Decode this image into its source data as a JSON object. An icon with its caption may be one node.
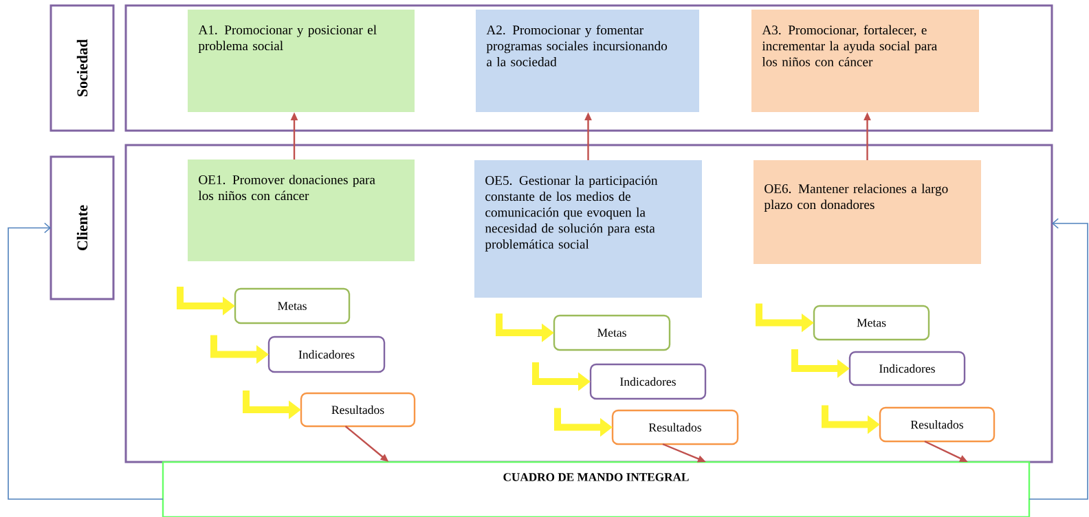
{
  "diagram": {
    "nodes": [
      {
        "text": [
          "Sociedad"
        ]
      },
      {
        "text": [],
        "shape": "box"
      },
      {
        "text": [
          "A1. Promocionar y posicionar el problema social"
        ],
        "in": 1
      },
      {
        "text": [
          "A2. Promocionar y fomentar programas sociales incursionando a la sociedad"
        ],
        "in": 1
      },
      {
        "text": [
          "A3. Promocionar, fortalecer, e incrementar la ayuda social para los niños con cáncer"
        ],
        "in": 1
      },
      {
        "text": [
          "Cliente"
        ]
      },
      {
        "text": [],
        "shape": "box"
      },
      {
        "text": [
          "OE1. Promover donaciones para los niños con cáncer"
        ],
        "in": 6
      },
      {
        "text": [
          "OE5. Gestionar la participación constante de los medios de comunicación que evoquen la necesidad de solución para esta problemática social"
        ],
        "in": 6
      },
      {
        "text": [
          "OE6. Mantener relaciones a largo plazo con donadores"
        ],
        "in": 6
      },
      {
        "text": [
          "Metas"
        ],
        "in": 6
      },
      {
        "text": [
          "Indicadores"
        ],
        "in": 6
      },
      {
        "text": [
          "Resultados"
        ],
        "in": 6
      },
      {
        "text": [
          "Metas"
        ],
        "in": 6
      },
      {
        "text": [
          "Indicadores"
        ],
        "in": 6
      },
      {
        "text": [
          "Resultados"
        ],
        "in": 6
      },
      {
        "text": [
          "Metas"
        ],
        "in": 6
      },
      {
        "text": [
          "Indicadores"
        ],
        "in": 6
      },
      {
        "text": [
          "Resultados"
        ],
        "in": 6
      },
      {
        "text": [
          "CUADRO DE MANDO INTEGRAL"
        ]
      }
    ],
    "edges": [
      {
        "from": 7,
        "to": 2,
        "arrow": "to",
        "color": "#c0504d"
      },
      {
        "from": 8,
        "to": 3,
        "arrow": "to",
        "color": "#c0504d"
      },
      {
        "from": 9,
        "to": 4,
        "arrow": "to",
        "color": "#c0504d"
      },
      {
        "from": null,
        "to": 10,
        "arrow": "to"
      },
      {
        "from": null,
        "to": 11,
        "arrow": "to"
      },
      {
        "from": null,
        "to": 12,
        "arrow": "to"
      },
      {
        "from": null,
        "to": 13,
        "arrow": "to"
      },
      {
        "from": null,
        "to": 14,
        "arrow": "to"
      },
      {
        "from": null,
        "to": 15,
        "arrow": "to"
      },
      {
        "from": null,
        "to": 16,
        "arrow": "to"
      },
      {
        "from": null,
        "to": 17,
        "arrow": "to"
      },
      {
        "from": null,
        "to": 18,
        "arrow": "to"
      },
      {
        "from": 12,
        "to": 19,
        "arrow": "to",
        "color": "#c0504d"
      },
      {
        "from": 15,
        "to": 19,
        "arrow": "to",
        "color": "#c0504d"
      },
      {
        "from": 18,
        "to": 19,
        "arrow": "to",
        "color": "#c0504d"
      },
      {
        "from": 19,
        "to": 5,
        "arrow": "to",
        "color": "#4f81bd"
      },
      {
        "from": 19,
        "to": 6,
        "arrow": "to",
        "color": "#4f81bd"
      }
    ]
  }
}
